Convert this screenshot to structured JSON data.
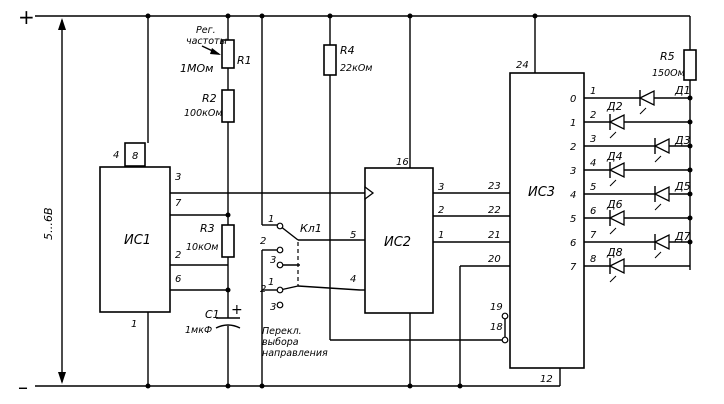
{
  "power": {
    "plus": "+",
    "minus": "–",
    "voltage": "5…6В"
  },
  "chips": {
    "ic1": "ИС1",
    "ic2": "ИС2",
    "ic3": "ИС3"
  },
  "resistors": {
    "r1": {
      "name": "R1",
      "value": "1МОм",
      "note": [
        "Рег.",
        "частоты"
      ]
    },
    "r2": {
      "name": "R2",
      "value": "100кОм"
    },
    "r3": {
      "name": "R3",
      "value": "10кОм"
    },
    "r4": {
      "name": "R4",
      "value": "22кОм"
    },
    "r5": {
      "name": "R5",
      "value": "150Ом"
    }
  },
  "capacitor": {
    "name": "C1",
    "value": "1мкФ",
    "polarity": "+"
  },
  "switch": {
    "name": "Кл1",
    "caption": [
      "Перекл.",
      "выбора",
      "направления"
    ],
    "contacts": [
      "1",
      "2",
      "3"
    ]
  },
  "ic1_pins": [
    "4",
    "8",
    "3",
    "7",
    "2",
    "6",
    "1"
  ],
  "ic2_pins": [
    "16",
    "3",
    "2",
    "1",
    "5",
    "4"
  ],
  "ic3_pins": [
    "24",
    "23",
    "22",
    "21",
    "20",
    "19",
    "18",
    "12"
  ],
  "ic3_outputs": [
    "0",
    "1",
    "2",
    "3",
    "4",
    "5",
    "6",
    "7"
  ],
  "led_pins": [
    "1",
    "2",
    "3",
    "4",
    "5",
    "6",
    "7",
    "8"
  ],
  "leds": [
    "Д1",
    "Д2",
    "Д3",
    "Д4",
    "Д5",
    "Д6",
    "Д7",
    "Д8"
  ]
}
